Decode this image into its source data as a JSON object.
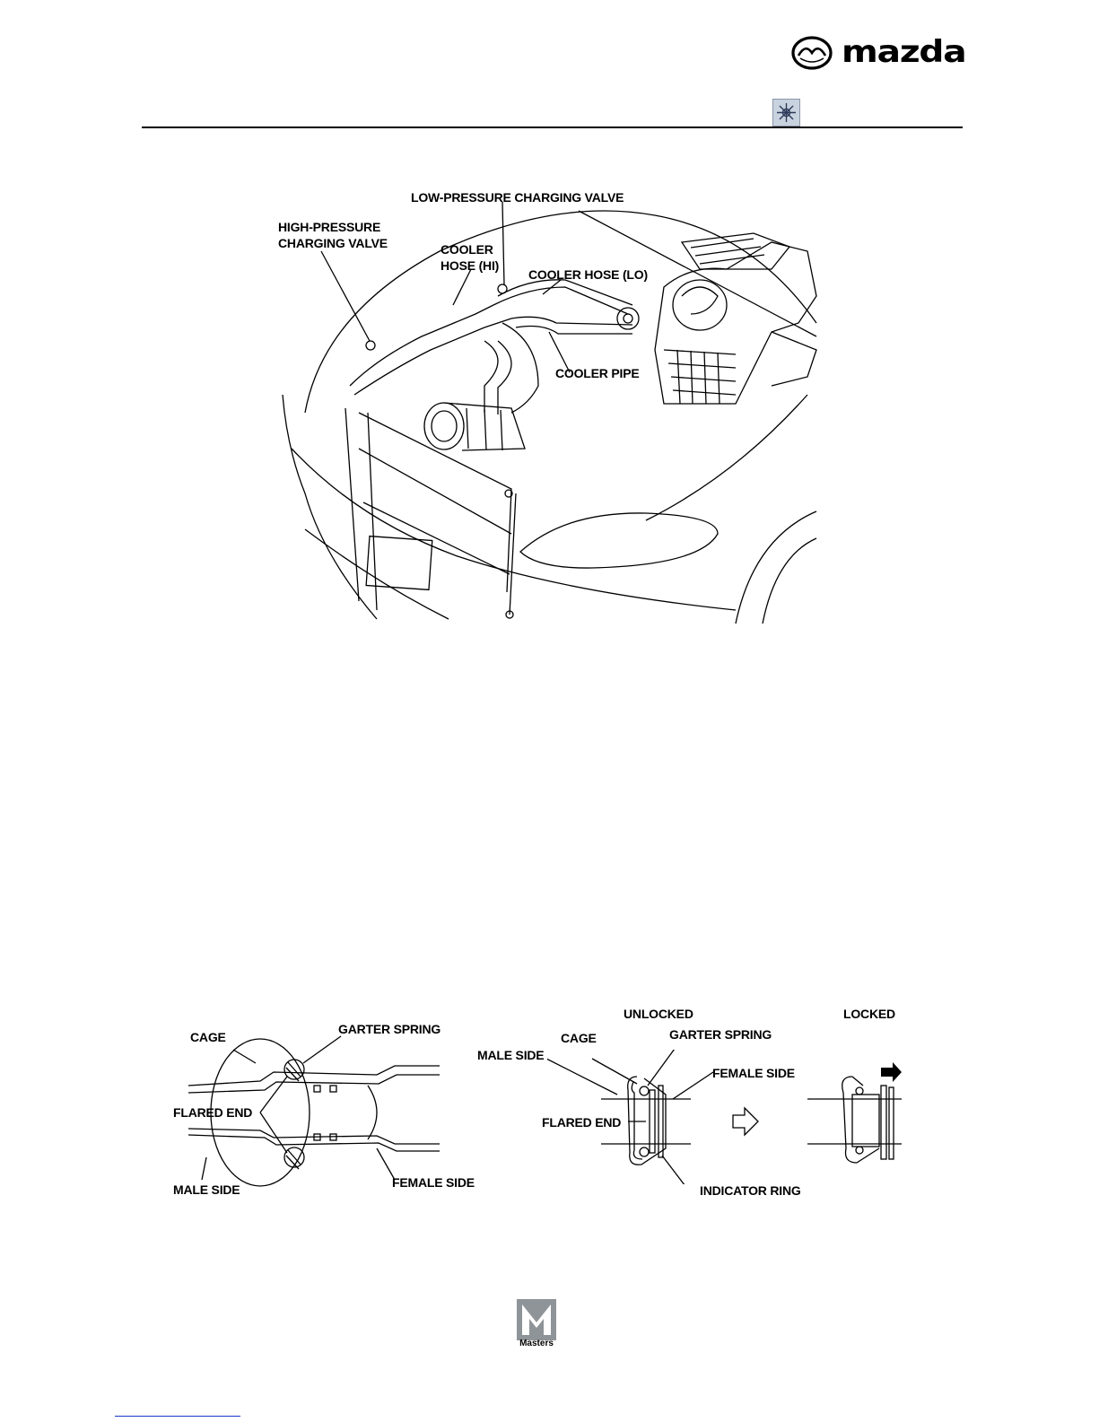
{
  "header": {
    "brand": "mazda",
    "brand_color": "#000000",
    "icon": "ac-snowflake-icon"
  },
  "figure_engine_bay": {
    "labels": {
      "low_pressure_valve": "LOW-PRESSURE CHARGING VALVE",
      "high_pressure_line1": "HIGH-PRESSURE",
      "high_pressure_line2": "CHARGING VALVE",
      "cooler_hose_hi_line1": "COOLER",
      "cooler_hose_hi_line2": "HOSE (HI)",
      "cooler_hose_lo": "COOLER HOSE (LO)",
      "cooler_pipe": "COOLER PIPE"
    }
  },
  "figure_spring_lock": {
    "left": {
      "cage": "CAGE",
      "garter_spring": "GARTER SPRING",
      "flared_end": "FLARED END",
      "male_side": "MALE SIDE",
      "female_side": "FEMALE SIDE"
    },
    "right": {
      "unlocked": "UNLOCKED",
      "locked": "LOCKED",
      "cage": "CAGE",
      "garter_spring": "GARTER SPRING",
      "male_side": "MALE SIDE",
      "female_side": "FEMALE SIDE",
      "flared_end": "FLARED END",
      "indicator_ring": "INDICATOR RING"
    }
  },
  "footer": {
    "logo_text": "Masters"
  }
}
